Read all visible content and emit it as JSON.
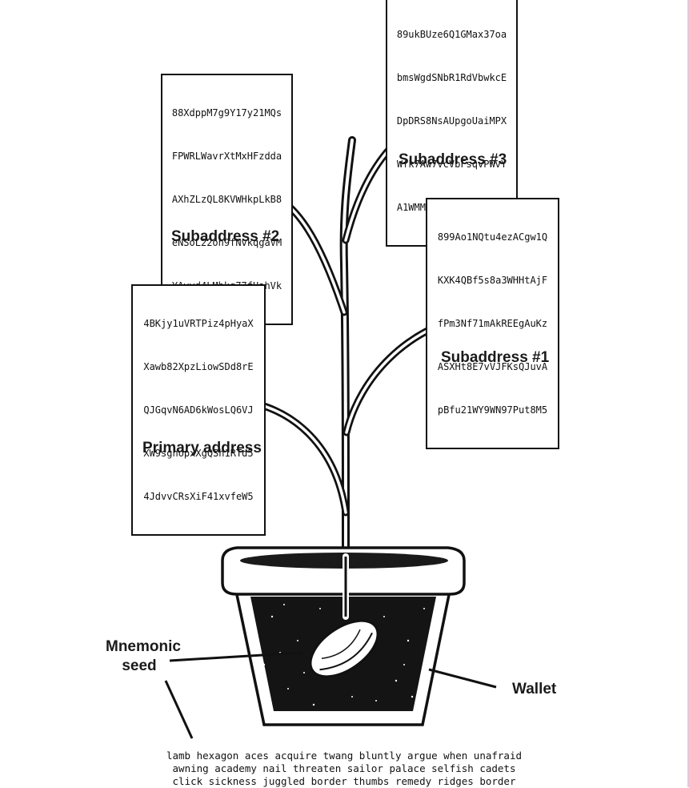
{
  "colors": {
    "ink": "#111111",
    "soil": "#141414",
    "background": "#ffffff"
  },
  "subaddress3": {
    "label": "Subaddress #3",
    "lines": [
      "89ukBUze6Q1GMax37oa",
      "bmsWgdSNbR1RdVbwkcE",
      "DpDRS8NsAUpgoUaiMPX",
      "Wfk7Aw7VcVbFsqvPWvY",
      "A1WMM9moVDFvGp5DnVL"
    ]
  },
  "subaddress2": {
    "label": "Subaddress #2",
    "lines": [
      "88XdppM7g9Y17y21MQs",
      "FPWRLWavrXtMxHFzdda",
      "AXhZLzQL8KVWHkpLkB8",
      "eNSoL22oh9fNvkqgaVM",
      "YAvvd4LMhkg77fUahVk"
    ]
  },
  "subaddress1": {
    "label": "Subaddress #1",
    "lines": [
      "899Ao1NQtu4ezACgw1Q",
      "KXK4QBf5s8a3WHHtAjF",
      "fPm3Nf71mAkREEgAuKz",
      "ASXHt8E7vVJFKsQJuvA",
      "pBfu21WY9WN97Put8M5"
    ]
  },
  "primary": {
    "label": "Primary address",
    "lines": [
      "4BKjy1uVRTPiz4pHyaX",
      "Xawb82XpzLiowSDd8rE",
      "QJGqvN6AD6kWosLQ6VJ",
      "XW9sghopxXgQSh1RTd5",
      "4JdvvCRsXiF41xvfeW5"
    ]
  },
  "mnemonic": {
    "label_line1": "Mnemonic",
    "label_line2": "seed",
    "words": [
      "lamb hexagon aces acquire twang bluntly argue when unafraid",
      "awning academy nail threaten sailor palace selfish cadets",
      "click sickness juggled border thumbs remedy ridges border"
    ]
  },
  "wallet": {
    "label": "Wallet"
  },
  "icons": {
    "mailbox": "mailbox-icon",
    "seed": "seed-icon",
    "pot": "flower-pot-icon"
  }
}
